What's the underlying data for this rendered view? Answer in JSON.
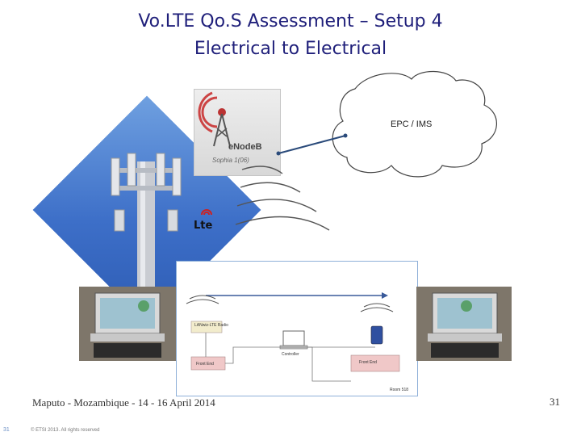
{
  "slide": {
    "title_line1": "Vo.LTE Qo.S Assessment – Setup 4",
    "title_line2": "Electrical to Electrical",
    "footer": "Maputo - Mozambique - 14 - 16 April 2014",
    "page_number": "31",
    "slide_number": "31",
    "copyright": "© ETSI 2013. All rights reserved"
  },
  "diagram": {
    "enodeb_label": "eNodeB",
    "enodeb_sub": "Sophia 1(06)",
    "lte_logo": "lte",
    "cloud_label": "EPC / IMS",
    "lab": {
      "emulator_label": "LANwiz-LTE Radio",
      "frontend_left": "Front End",
      "controller": "Controller",
      "frontend_right": "Front End",
      "room": "Room 518"
    }
  },
  "colors": {
    "title": "#1f1f7a",
    "tower_bg": "#3d6fc8",
    "link_line": "#2a4a7a",
    "frontend_box": "#f0c8c8",
    "emulator_box": "#f2eccc"
  }
}
